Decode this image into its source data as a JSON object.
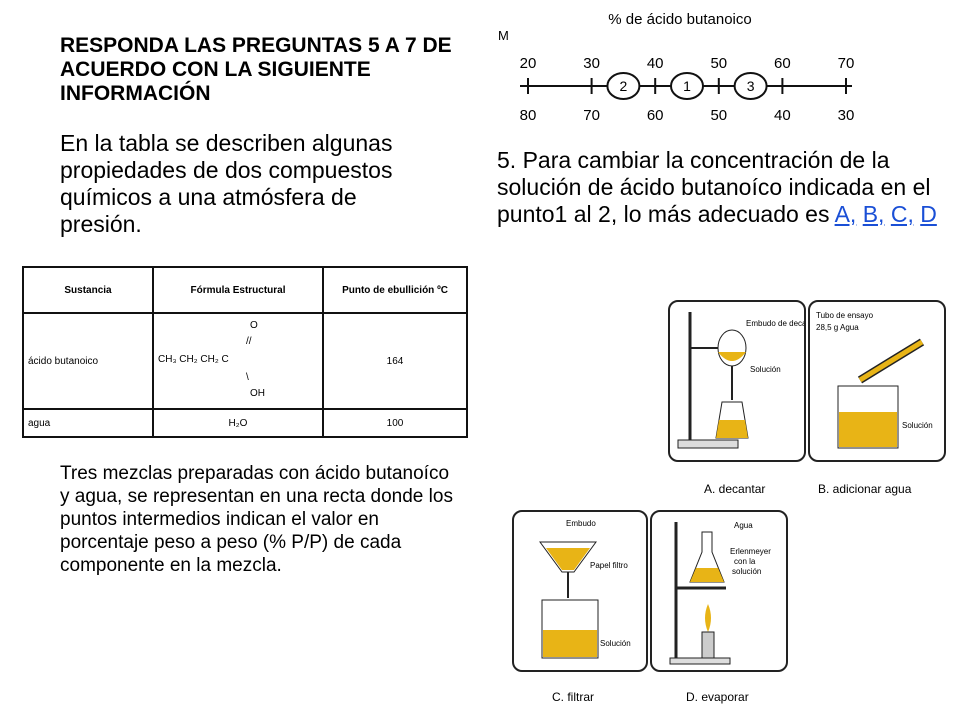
{
  "heading": "RESPONDA LAS PREGUNTAS 5 A 7 DE ACUERDO CON LA SIGUIENTE INFORMACIÓN",
  "intro": "En la tabla se describen algunas propiedades de dos compuestos químicos a una atmósfera de presión.",
  "table": {
    "headers": [
      "Sustancia",
      "Fórmula Estructural",
      "Punto de ebullición ºC"
    ],
    "rows": [
      {
        "name": "ácido butanoico",
        "formula_main": "CH₃ CH₂ CH₂ C",
        "formula_o": "O",
        "formula_oh": "OH",
        "boiling": "164"
      },
      {
        "name": "agua",
        "formula_main": "H₂O",
        "boiling": "100"
      }
    ]
  },
  "mixtures_text": "Tres mezclas preparadas con ácido butanoíco y agua, se representan en una recta donde los puntos intermedios indican el valor en porcentaje peso a peso (% P/P) de cada componente en la mezcla.",
  "scale": {
    "title": "% de ácido butanoico",
    "top": [
      "20",
      "30",
      "40",
      "50",
      "60",
      "70"
    ],
    "bottom": [
      "80",
      "70",
      "60",
      "50",
      "40",
      "30"
    ],
    "points": [
      {
        "label": "2",
        "value": 35
      },
      {
        "label": "1",
        "value": 45
      },
      {
        "label": "3",
        "value": 55
      }
    ],
    "edge_char": "M"
  },
  "question": {
    "text": "5. Para cambiar la concentración de la solución de ácido butanoíco indicada en el punto1 al 2, lo más adecuado es ",
    "options": [
      "A,",
      "B,",
      "C,",
      "D"
    ]
  },
  "options_panel": {
    "a": {
      "caption": "A. decantar",
      "labels": [
        "Embudo de decantación",
        "Solución"
      ]
    },
    "b": {
      "caption": "B.  adicionar agua",
      "labels": [
        "Tubo de ensayo",
        "28,5 g  Agua",
        "Solución"
      ]
    },
    "c": {
      "caption": "C.  filtrar",
      "labels": [
        "Embudo",
        "Papel filtro",
        "Solución"
      ]
    },
    "d": {
      "caption": "D.  evaporar",
      "labels": [
        "Agua",
        "Erlenmeyer",
        "con la",
        "solución"
      ]
    }
  },
  "colors": {
    "solution": "#e8b416",
    "link": "#1a4fd6"
  }
}
